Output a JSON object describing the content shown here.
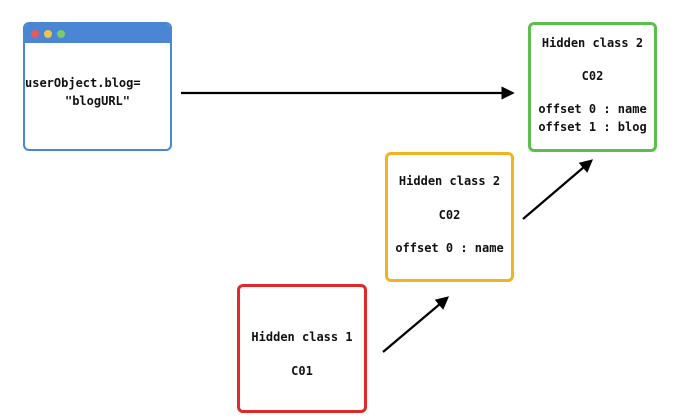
{
  "browser": {
    "code_line1": "userObject.blog=",
    "code_line2": "\"blogURL\""
  },
  "hidden_class_green": {
    "title": "Hidden class 2",
    "id": "C02",
    "offset0": "offset 0 : name",
    "offset1": "offset 1 : blog"
  },
  "hidden_class_yellow": {
    "title": "Hidden class 2",
    "id": "C02",
    "offset0": "offset 0 : name"
  },
  "hidden_class_red": {
    "title": "Hidden class 1",
    "id": "C01"
  },
  "colors": {
    "browser": "#4a86d4",
    "green": "#5cbf4d",
    "yellow": "#f0b423",
    "red": "#e02a2a",
    "arrow": "#000000"
  }
}
